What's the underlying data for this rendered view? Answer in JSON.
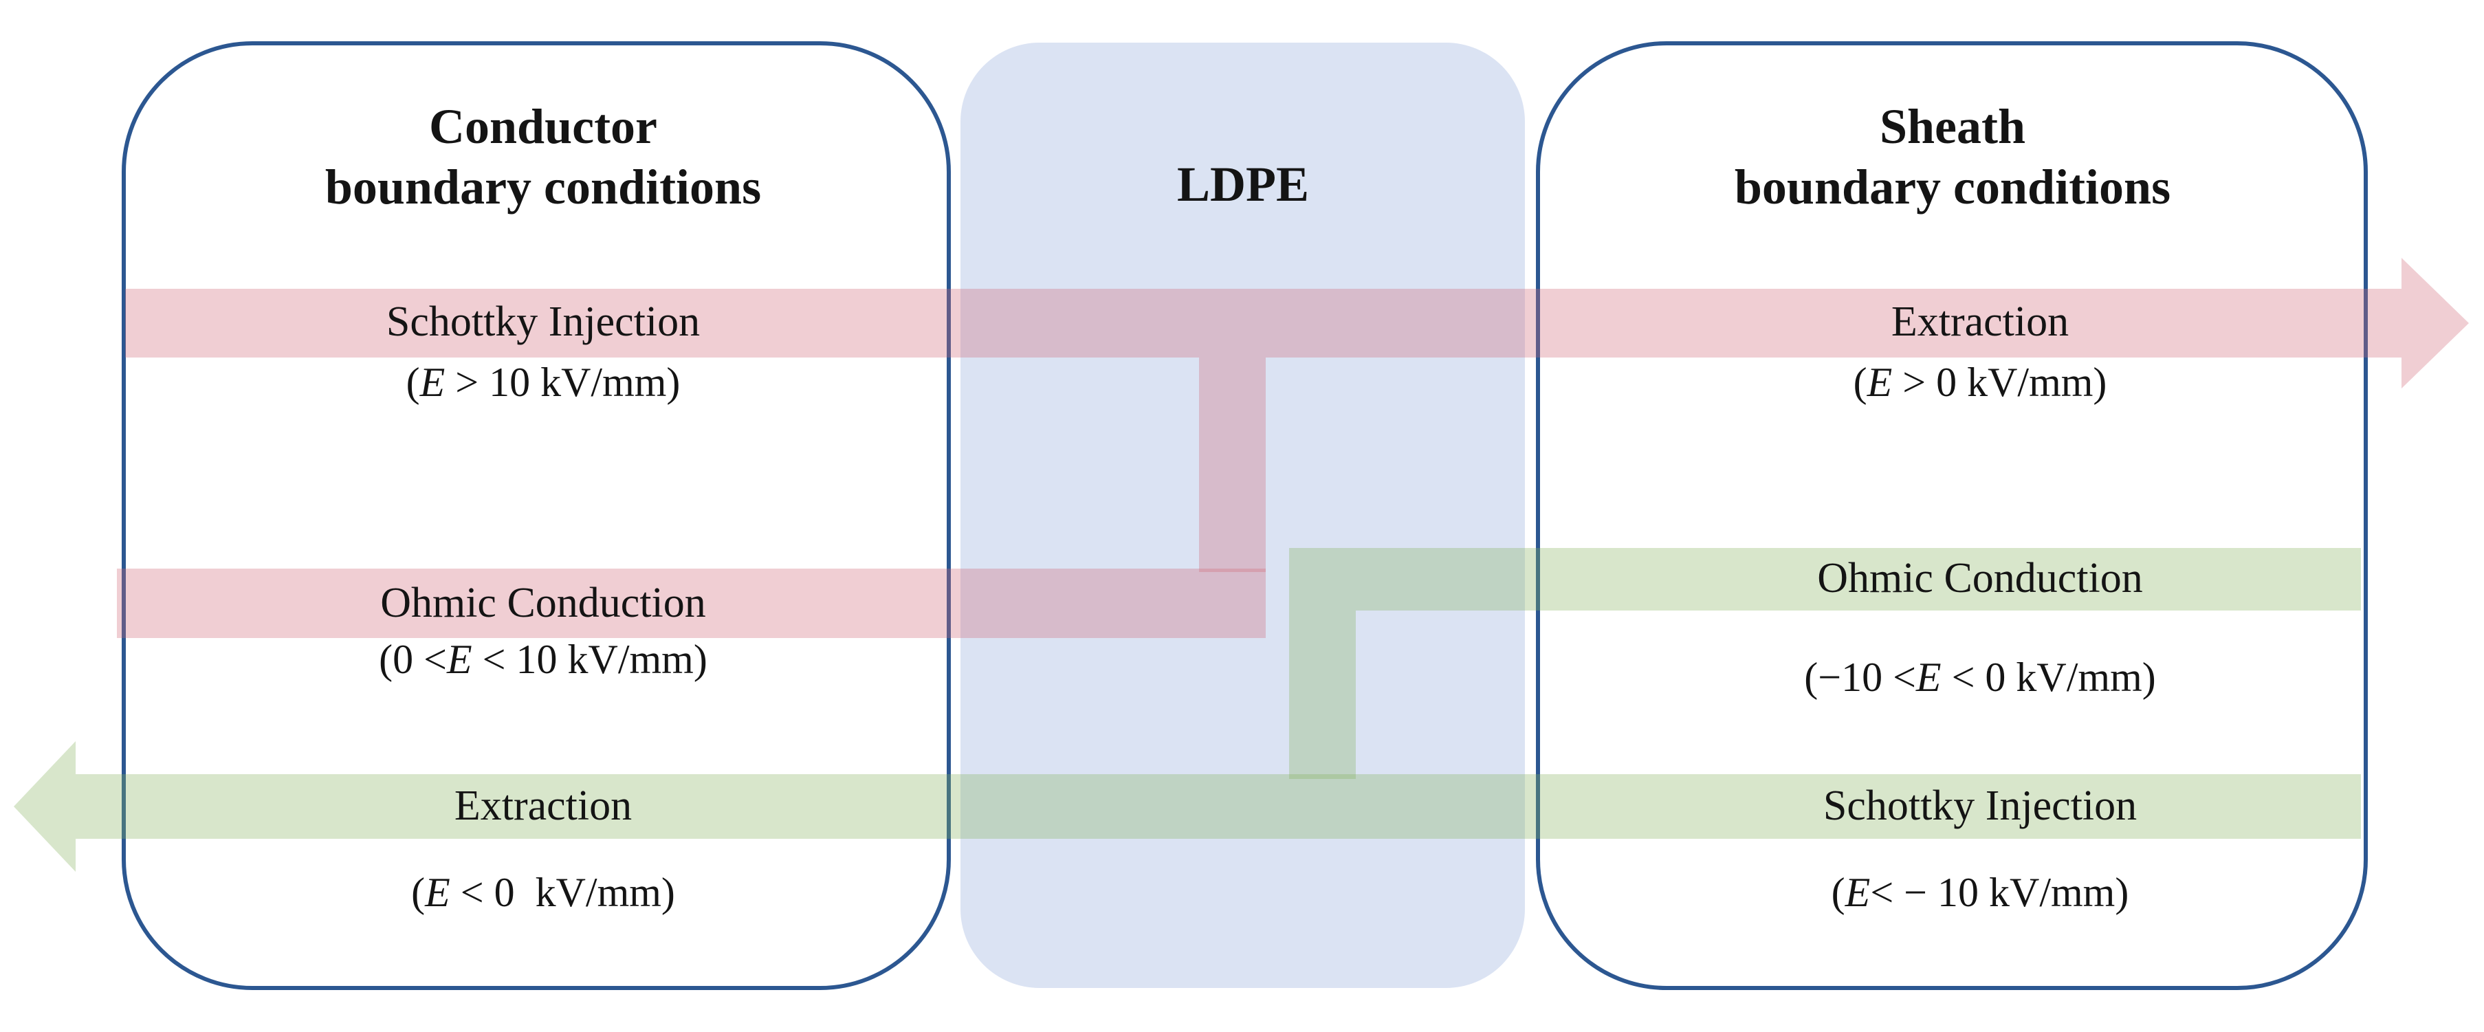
{
  "colors": {
    "border": "#2c5791",
    "ldpe_fill": "#dbe3f3",
    "red_band": "rgba(208,102,117,0.32)",
    "green_band": "rgba(133,177,93,0.32)",
    "text": "#141414"
  },
  "left_box": {
    "title_line1": "Conductor",
    "title_line2": "boundary conditions",
    "rows": [
      {
        "label": "Schottky Injection",
        "cond": {
          "pre": "(",
          "e": "E",
          "post": " > 10 kV/mm)"
        }
      },
      {
        "label": "Ohmic Conduction",
        "cond": {
          "pre": "(0 <",
          "e": "E",
          "post": " < 10 kV/mm)"
        }
      },
      {
        "label": "Extraction",
        "cond": {
          "pre": "(",
          "e": "E",
          "post": " < 0  kV/mm)"
        }
      }
    ]
  },
  "middle_box": {
    "title": "LDPE"
  },
  "right_box": {
    "title_line1": "Sheath",
    "title_line2": "boundary conditions",
    "rows": [
      {
        "label": "Extraction",
        "cond": {
          "pre": "(",
          "e": "E",
          "post": " > 0 kV/mm)"
        }
      },
      {
        "label": "Ohmic Conduction",
        "cond": {
          "pre": "(−10 <",
          "e": "E",
          "post": " < 0 kV/mm)"
        }
      },
      {
        "label": "Schottky Injection",
        "cond": {
          "pre": "(",
          "e": "E",
          "post": "< − 10 kV/mm)"
        }
      }
    ]
  },
  "flows": [
    {
      "name": "red flow",
      "direction": "right"
    },
    {
      "name": "green flow",
      "direction": "left"
    }
  ]
}
